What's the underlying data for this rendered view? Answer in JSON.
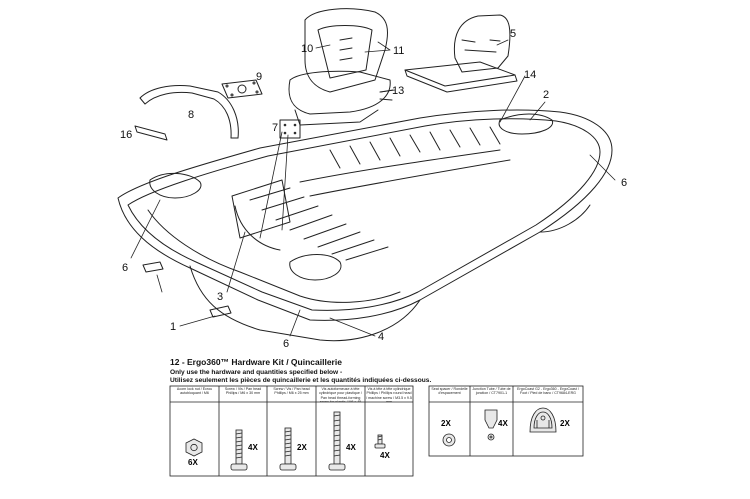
{
  "callouts": {
    "c1": "1",
    "c2": "2",
    "c3": "3",
    "c4": "4",
    "c5": "5",
    "c6a": "6",
    "c6b": "6",
    "c6c": "6",
    "c7": "7",
    "c8": "8",
    "c9": "9",
    "c10": "10",
    "c11": "11",
    "c13": "13",
    "c14": "14",
    "c16": "16"
  },
  "kit": {
    "title": "12 - Ergo360™ Hardware Kit / Quincaillerie",
    "subtitle_en": "Only use the hardware and quantities specified below -",
    "subtitle_fr": "Utilisez seulement les pièces de quincaillerie et les quantités indiquées ci-dessous."
  },
  "hardware_left": [
    {
      "name": "Acorn lock nut / Écrou autobloquant / M6",
      "qty": "6X",
      "icon": "acorn-nut-icon"
    },
    {
      "name": "Screw / Vis / Pan head Phillips / M6 x 30 mm",
      "qty": "4X",
      "icon": "long-screw-icon"
    },
    {
      "name": "Screw / Vis / Pan head Phillips / M6 x 25 mm",
      "qty": "2X",
      "icon": "medium-screw-icon"
    },
    {
      "name": "Vis autoformeuse à tête cylindrique pour plastique / Pan head thread-forming screw for plastic / M6 x 45 mm",
      "qty": "4X",
      "icon": "plastic-screw-icon"
    },
    {
      "name": "Vis à tête à tête cylindrique Phillips / Phillips round head / machine screw / M3.5 x 9.5 mm",
      "qty": "4X",
      "icon": "small-screw-icon"
    }
  ],
  "hardware_right": [
    {
      "name": "Seat spacer / Rondelle d'espacement",
      "qty": "2X",
      "icon": "washer-icon"
    },
    {
      "name": "Junction Tube / Tube de jonction / CT7901-1",
      "qty": "4X",
      "icon": "junction-tube-icon"
    },
    {
      "name": "ErgoCoast G2 - Ergo360 - ErgoCoast / Foot / Pied de banc / CT9684-ERG",
      "qty": "2X",
      "icon": "seat-foot-icon"
    }
  ]
}
